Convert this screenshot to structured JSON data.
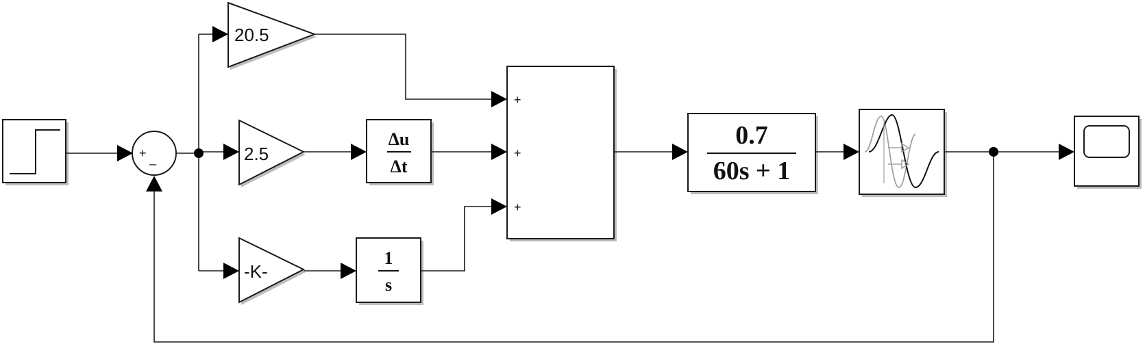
{
  "gains": {
    "proportional_top": "20.5",
    "derivative_gain": "2.5",
    "integral_gain": "-K-"
  },
  "sum_junction": {
    "plus": "+",
    "minus": "_"
  },
  "derivative": {
    "numerator": "Δu",
    "denominator": "Δt"
  },
  "integrator": {
    "numerator": "1",
    "denominator": "s"
  },
  "adder_signs": [
    "+",
    "+",
    "+"
  ],
  "plant": {
    "numerator": "0.7",
    "denominator": "60s + 1"
  },
  "icons": {
    "step_source": "step-icon",
    "delay_block": "transport-delay-icon",
    "scope": "scope-icon"
  }
}
